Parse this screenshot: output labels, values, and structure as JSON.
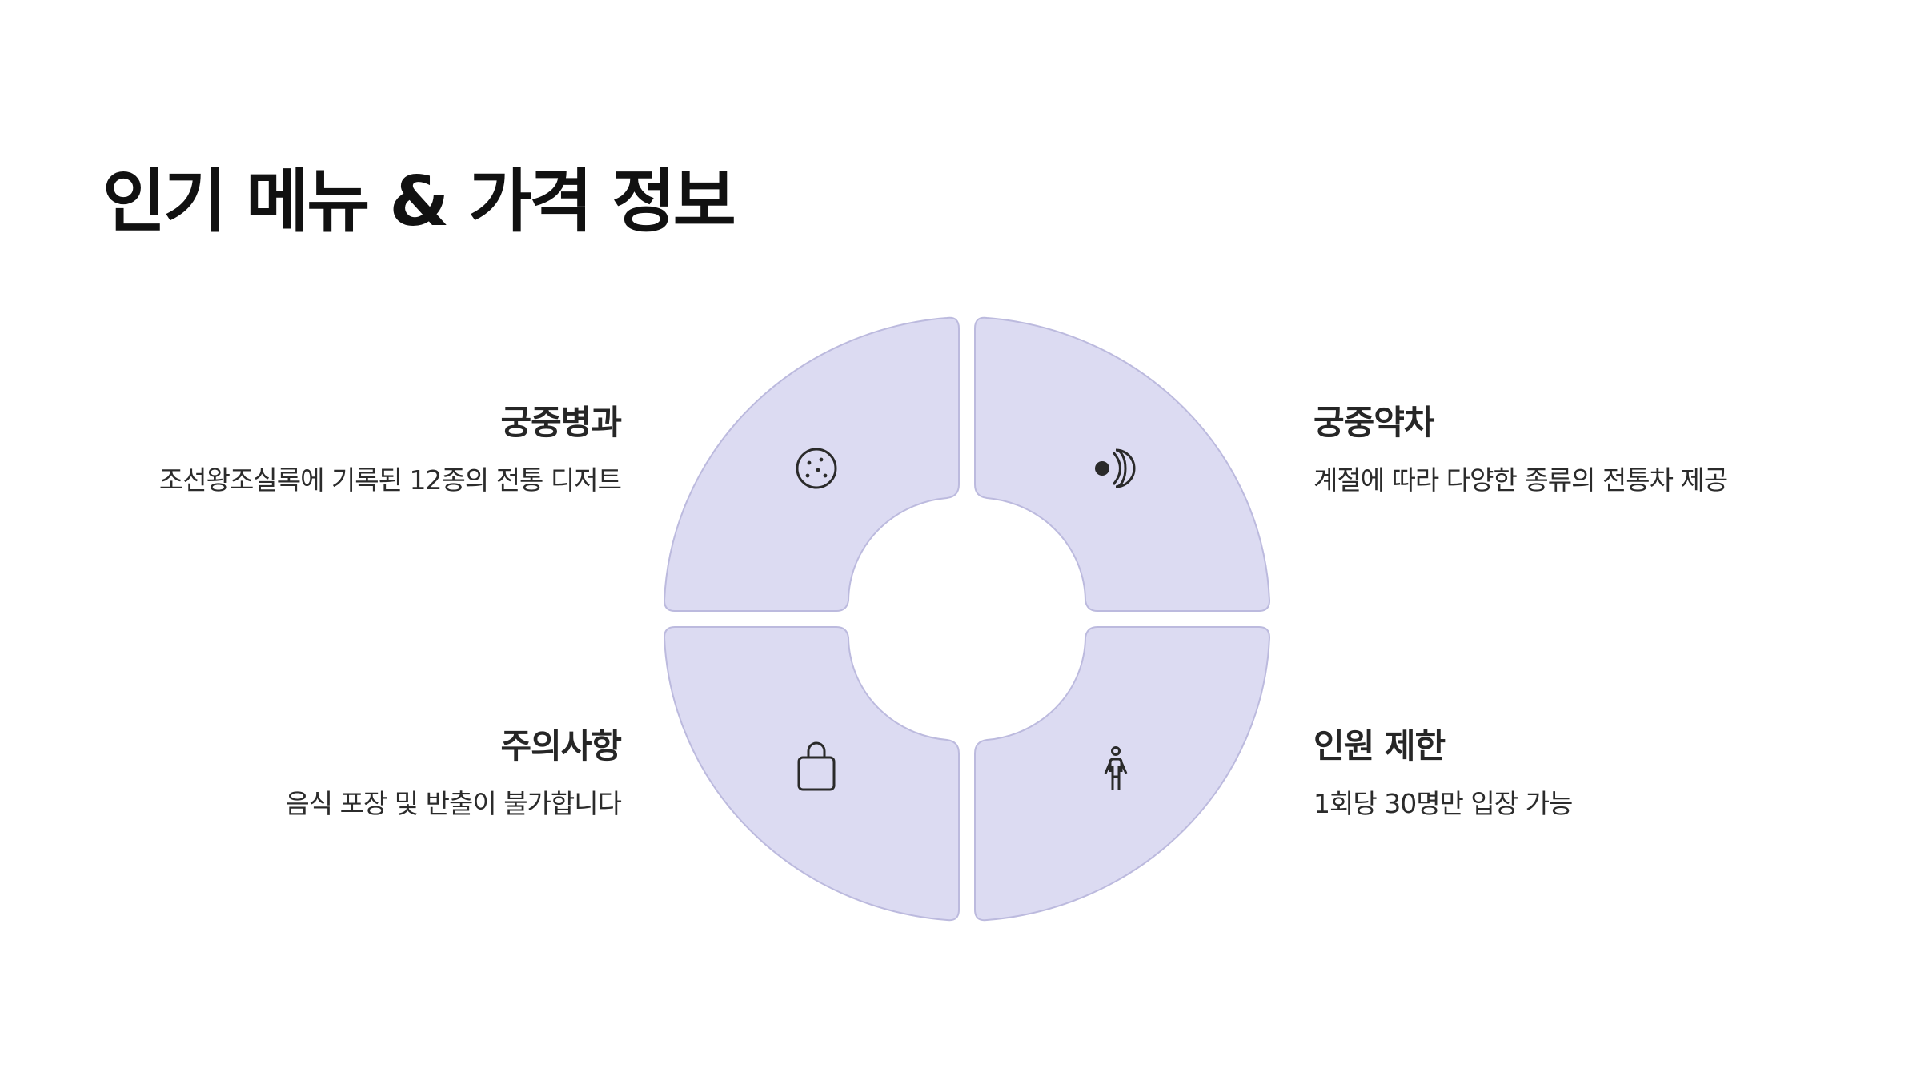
{
  "title": "인기 메뉴 & 가격 정보",
  "colors": {
    "segment_fill": "#dcdbf2",
    "segment_stroke": "#bcbade",
    "icon_stroke": "#2a2a2a"
  },
  "segments": [
    {
      "id": "tl",
      "title": "궁중병과",
      "description": "조선왕조실록에 기록된 12종의 전통 디저트",
      "icon": "cookie-icon"
    },
    {
      "id": "tr",
      "title": "궁중약차",
      "description": "계절에 따라 다양한 종류의 전통차 제공",
      "icon": "tea-leaf-icon"
    },
    {
      "id": "bl",
      "title": "주의사항",
      "description": "음식 포장 및 반출이 불가합니다",
      "icon": "shopping-bag-icon"
    },
    {
      "id": "br",
      "title": "인원 제한",
      "description": "1회당 30명만 입장 가능",
      "icon": "person-icon"
    }
  ]
}
